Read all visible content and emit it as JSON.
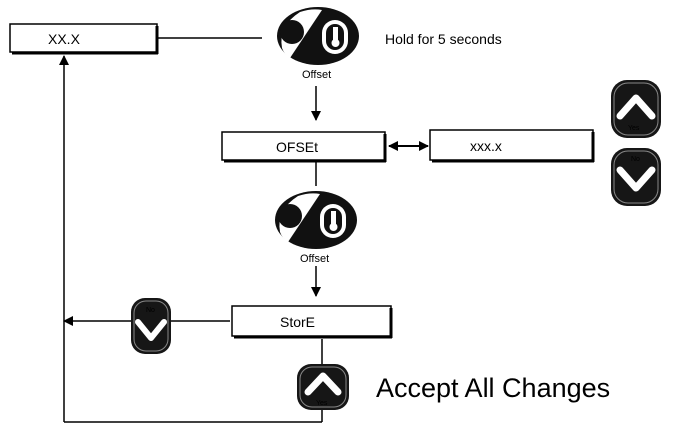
{
  "display": {
    "main_value": "XX.X",
    "offset_menu": "OFSEt",
    "offset_value": "xxx.x",
    "store_menu": "StorE"
  },
  "buttons": {
    "offset_label": "Offset",
    "yes_label": "Yes",
    "no_label": "No"
  },
  "notes": {
    "hold": "Hold for 5 seconds",
    "accept": "Accept All Changes"
  },
  "colors": {
    "line": "#000000",
    "button_body": "#1a1a1a",
    "button_face": "#ffffff"
  }
}
